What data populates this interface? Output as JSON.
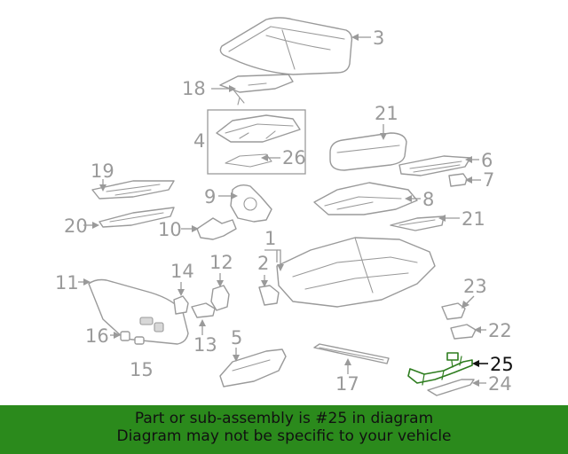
{
  "callouts": {
    "c1": "1",
    "c2": "2",
    "c3": "3",
    "c4": "4",
    "c5": "5",
    "c6": "6",
    "c7": "7",
    "c8": "8",
    "c9": "9",
    "c10": "10",
    "c11": "11",
    "c12": "12",
    "c13": "13",
    "c14": "14",
    "c15": "15",
    "c16": "16",
    "c17": "17",
    "c18": "18",
    "c19": "19",
    "c20": "20",
    "c21a": "21",
    "c21b": "21",
    "c22": "22",
    "c23": "23",
    "c24": "24",
    "c25": "25",
    "c26": "26"
  },
  "highlighted_part": "25",
  "colors": {
    "highlight": "#2e7d1f",
    "banner": "#2b8a1c",
    "parts": "#9a9a9a"
  },
  "banner": {
    "line1": "Part or sub-assembly is #25 in diagram",
    "line2": "Diagram may not be specific to your vehicle"
  }
}
